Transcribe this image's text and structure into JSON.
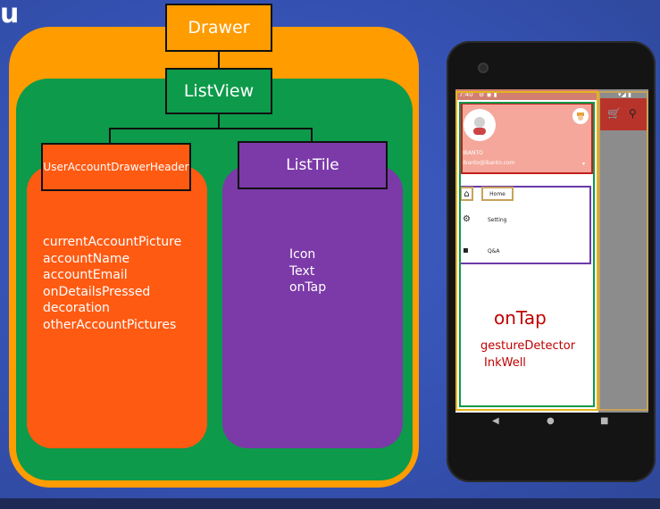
{
  "corner_char": "u",
  "diagram": {
    "drawer": "Drawer",
    "listview": "ListView",
    "header_widget": "UserAccountDrawerHeader",
    "tile_widget": "ListTile",
    "header_props": [
      "currentAccountPicture",
      "accountName",
      "accountEmail",
      "onDetailsPressed",
      "decoration",
      "otherAccountPictures"
    ],
    "tile_props": [
      "Icon",
      "Text",
      "onTap"
    ]
  },
  "phone": {
    "status_time": "7:40",
    "status_glyphs": "⚙ ◉ ▮",
    "status_right": "▾◢ ▮",
    "header": {
      "account_name": "IBANTO",
      "account_email": "ibanto@ibanto.com",
      "details_icon": "▾"
    },
    "tiles": [
      {
        "label": "Home",
        "icon": "home-icon",
        "glyph": "⌂"
      },
      {
        "label": "Setting",
        "icon": "gear-icon",
        "glyph": "⚙"
      },
      {
        "label": "Q&A",
        "icon": "chat-icon",
        "glyph": "▪"
      }
    ],
    "appbar_cart": "🛒",
    "appbar_search": "⚲",
    "nav_back": "◀",
    "nav_home": "●",
    "nav_recent": "■"
  },
  "annotation": {
    "ontap": "onTap",
    "options": [
      "gestureDetector",
      "InkWell"
    ]
  },
  "colors": {
    "drawer": "#ff9c00",
    "listview": "#0d9a4a",
    "header": "#ff5a12",
    "listtile": "#7b3aa8",
    "annotation": "#c00000"
  }
}
